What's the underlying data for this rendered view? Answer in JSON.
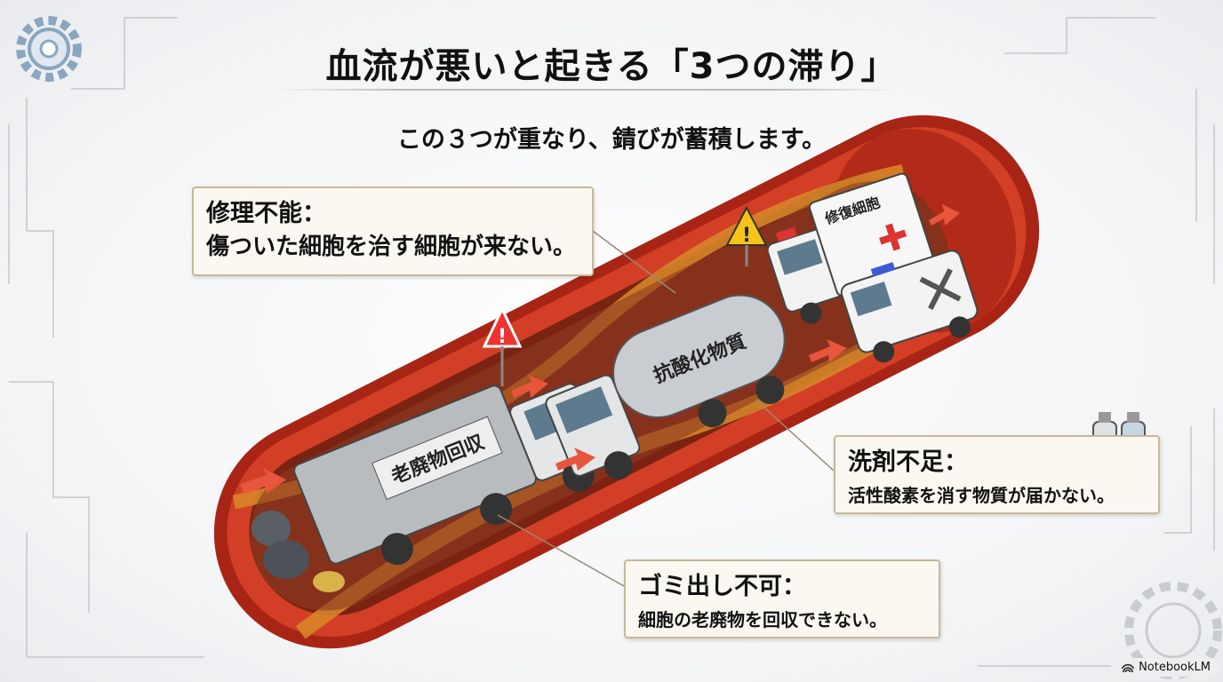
{
  "title": "血流が悪いと起きる「3つの滞り」",
  "subtitle": "この３つが重なり、錆びが蓄積します。",
  "callouts": [
    {
      "heading": "修理不能：",
      "body": "傷ついた細胞を治す細胞が来ない。"
    },
    {
      "heading": "洗剤不足：",
      "body": "活性酸素を消す物質が届かない。"
    },
    {
      "heading": "ゴミ出し不可：",
      "body": "細胞の老廃物を回収できない。"
    }
  ],
  "vehicles": {
    "garbage_truck": "老廃物回収",
    "tanker": "抗酸化物質",
    "ambulance": "修復細胞"
  },
  "badge": "NotebookLM",
  "colors": {
    "artery": "#c8321f",
    "plaque": "#d98a2a",
    "callout_border": "#c9b79a"
  }
}
